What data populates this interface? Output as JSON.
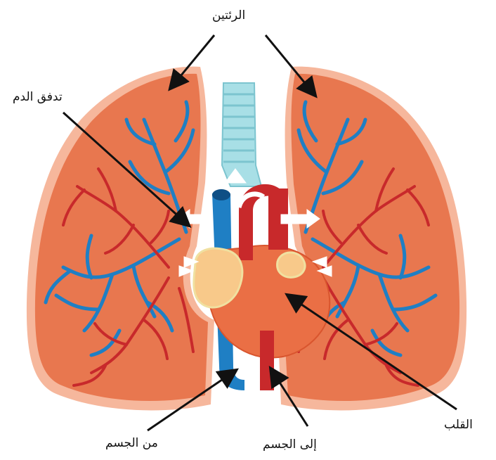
{
  "labels": {
    "lungs": "الرئتين",
    "blood_flow": "تدفق الدم",
    "heart": "القلب",
    "from_body": "من الجسم",
    "to_body": "إلى الجسم"
  },
  "colors": {
    "lung_fill": "#e8774f",
    "lung_edge": "#f6b79c",
    "artery_red": "#c8292b",
    "vein_blue": "#1f7fc4",
    "trachea": "#a8dfe6",
    "heart_fill": "#ea6f45",
    "atrium": "#f8c98a",
    "arrow": "#111111"
  },
  "icons": [
    "arrow-icon",
    "white-flow-arrow-icon"
  ]
}
